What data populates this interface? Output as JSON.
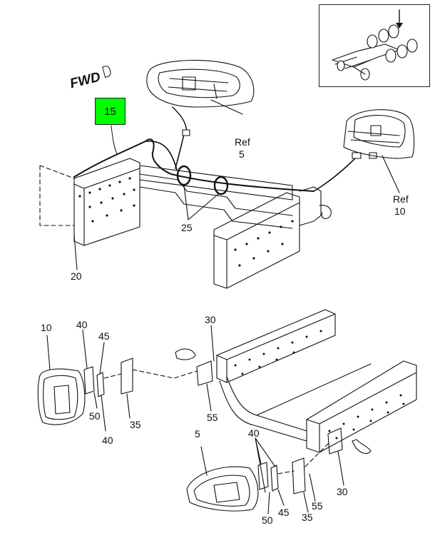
{
  "figure": {
    "fwd_label": "FWD",
    "highlight_color": "#00ff00",
    "callouts": {
      "c15": "15",
      "c25": "25",
      "c20": "20",
      "ref5_ref": "Ref",
      "ref5_num": "5",
      "ref10_ref": "Ref",
      "ref10_num": "10",
      "b_10": "10",
      "b_40a": "40",
      "b_45a": "45",
      "b_50a": "50",
      "b_40b": "40",
      "b_35a": "35",
      "b_30a": "30",
      "b_55a": "55",
      "b_5": "5",
      "b_40c": "40",
      "b_30b": "30",
      "b_45b": "45",
      "b_50b": "50",
      "b_35b": "35",
      "b_55b": "55"
    }
  }
}
